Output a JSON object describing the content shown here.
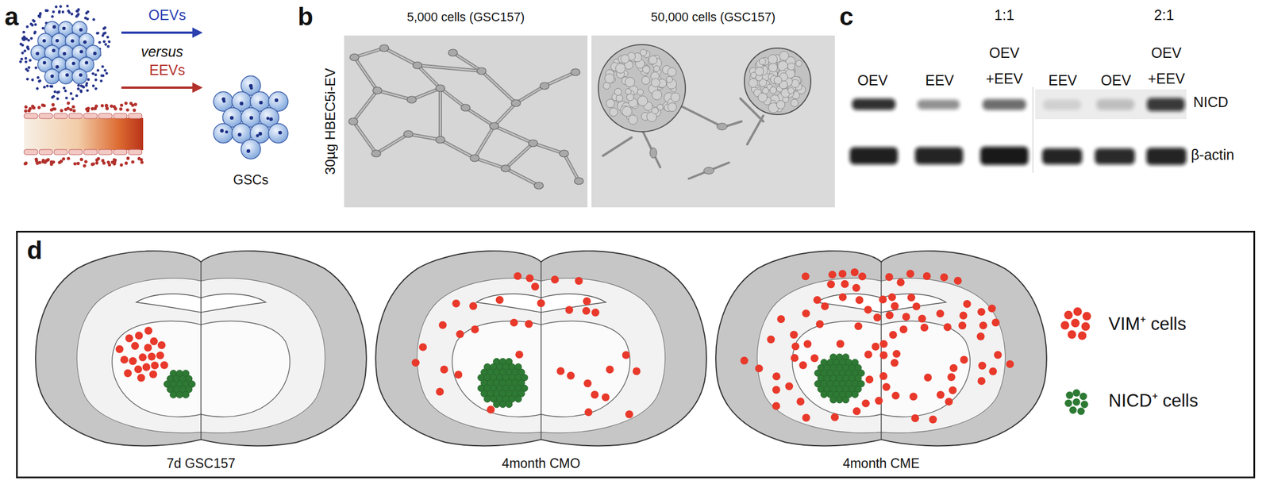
{
  "diagram": {
    "nodes": [
      {
        "text": [
          "GSCs"
        ]
      },
      {
        "text": [
          "5,000 cells (GSC157)"
        ]
      },
      {
        "text": [
          "50,000 cells (GSC157)"
        ]
      },
      {
        "text": [
          "d"
        ]
      },
      {
        "text": [
          "7d GSC157"
        ],
        "in": 3
      },
      {
        "text": [
          "4month CMO"
        ],
        "in": 3
      },
      {
        "text": [
          "4month CME"
        ],
        "in": 3
      }
    ],
    "labels": [
      "a",
      "OEVs",
      "versus",
      "EEVs",
      "b",
      "30µg HBEC5i-EV",
      "c",
      "1:1",
      "2:1",
      "OEV",
      "EEV",
      "OEV +EEV",
      "EEV",
      "OEV",
      "OEV +EEV",
      "NICD",
      "β-actin"
    ],
    "legend": [
      {
        "text": "VIM⁺ cells",
        "color": "#e8392b"
      },
      {
        "text": "NICD⁺ cells",
        "color": "#2e7a34"
      }
    ]
  }
}
